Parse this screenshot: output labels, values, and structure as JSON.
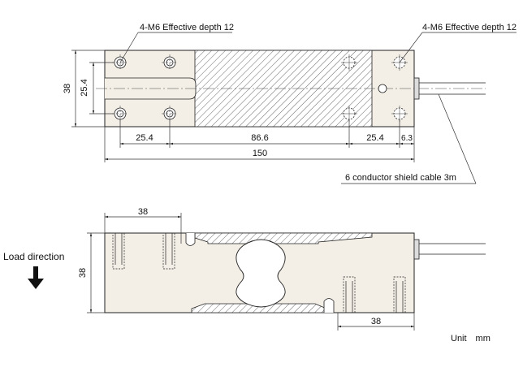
{
  "top_view": {
    "hole_callout_left": "4-M6 Effective depth 12",
    "hole_callout_right": "4-M6 Effective depth 12",
    "dim_height": "38",
    "dim_hole_pitch_vertical": "25.4",
    "dim_left_hole_spacing": "25.4",
    "dim_middle": "86.6",
    "dim_right_hole_spacing": "25.4",
    "dim_end": "6.3",
    "dim_total_length": "150",
    "cable_label": "6 conductor shield cable 3m"
  },
  "side_view": {
    "dim_top_left": "38",
    "dim_height": "38",
    "dim_bottom_right": "38",
    "load_direction_label": "Load direction"
  },
  "unit_label": "Unit　mm"
}
